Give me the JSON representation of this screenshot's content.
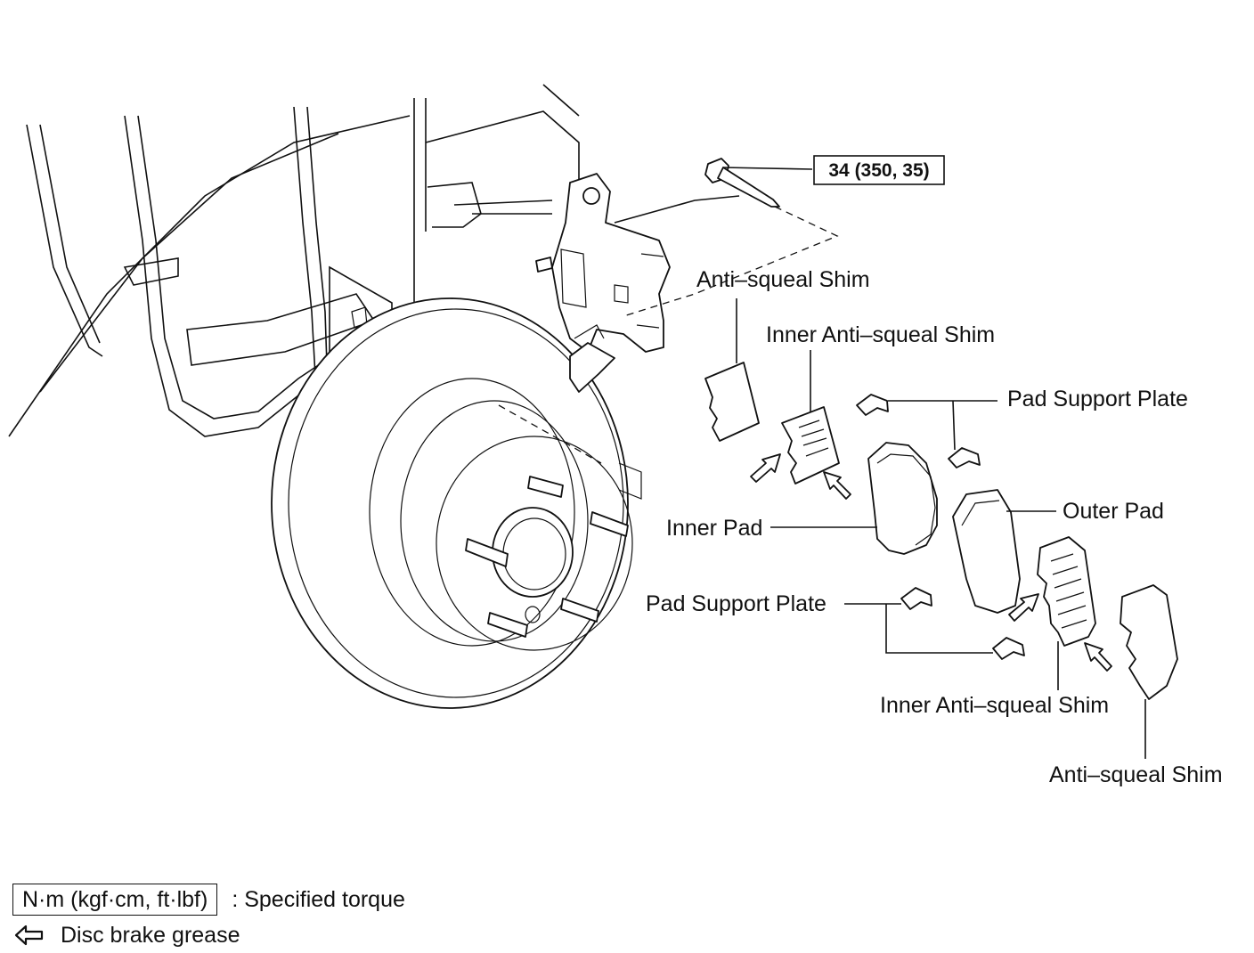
{
  "torque_callout": "34 (350, 35)",
  "labels": {
    "anti_squeal_shim_top": "Anti–squeal Shim",
    "inner_anti_squeal_shim_top": "Inner Anti–squeal Shim",
    "pad_support_plate_top": "Pad Support Plate",
    "outer_pad": "Outer Pad",
    "inner_pad": "Inner Pad",
    "pad_support_plate_bottom": "Pad Support Plate",
    "inner_anti_squeal_shim_bottom": "Inner Anti–squeal Shim",
    "anti_squeal_shim_bottom": "Anti–squeal Shim"
  },
  "legend": {
    "torque_unit": "N·m (kgf·cm, ft·lbf)",
    "torque_desc": ": Specified torque",
    "grease_desc": "Disc brake grease",
    "grease_icon": "hollow-arrow-left-icon"
  }
}
